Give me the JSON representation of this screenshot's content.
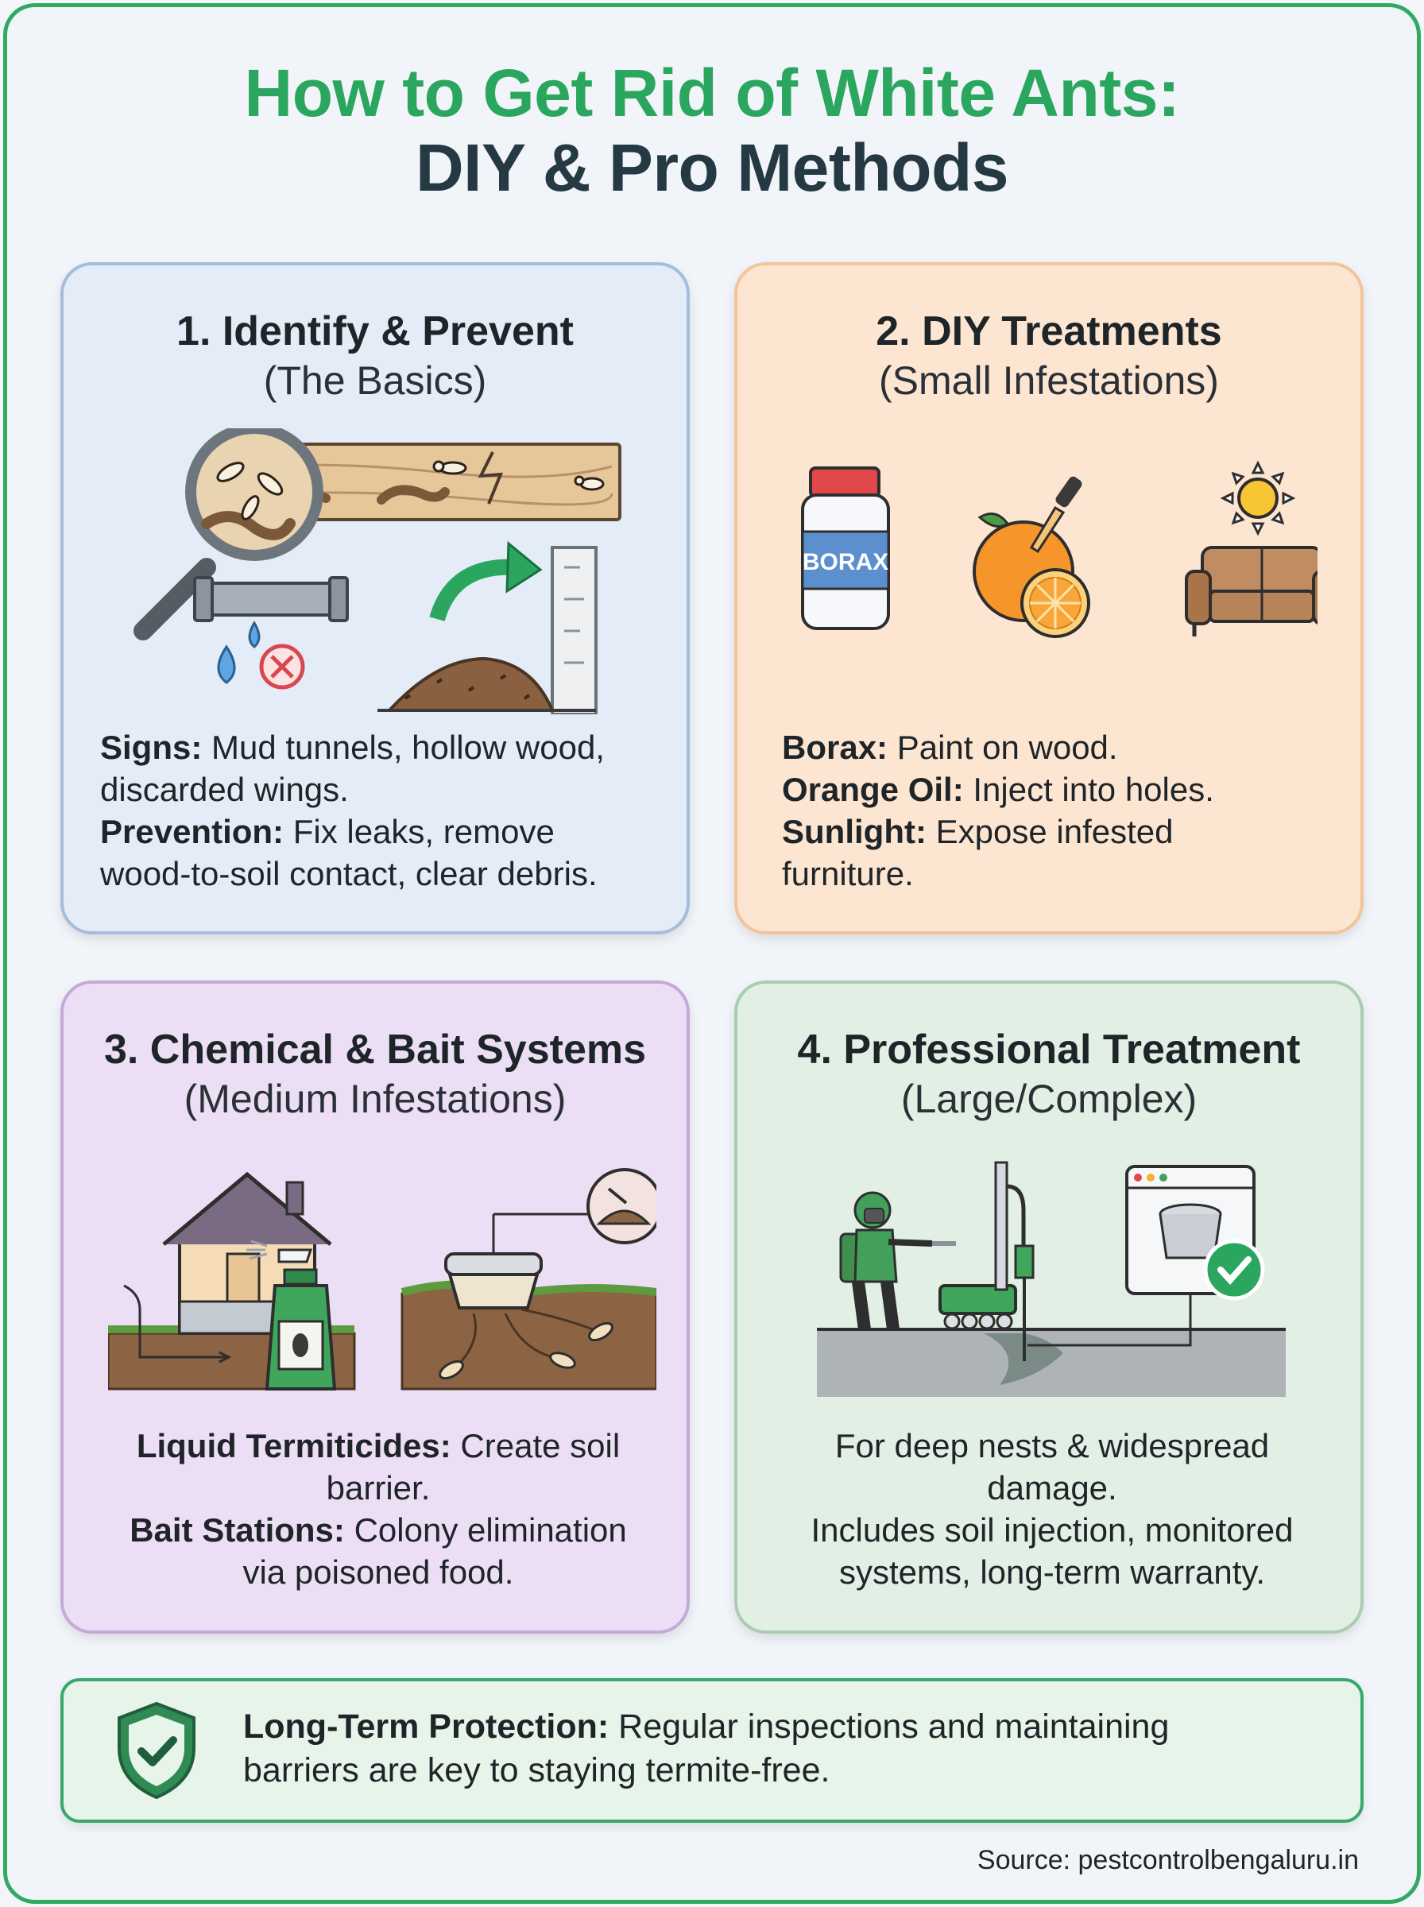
{
  "title": {
    "line1": "How to Get Rid of White Ants:",
    "line2": "DIY & Pro Methods"
  },
  "cards": [
    {
      "title": "1. Identify & Prevent",
      "subtitle": "(The Basics)",
      "illustration": "magnifier-over-wood-with-termites, leaking-pipe, soil-removed-from-wall",
      "lines": [
        {
          "label": "Signs:",
          "text": " Mud tunnels, hollow wood,"
        },
        {
          "label": "",
          "text": "discarded wings."
        },
        {
          "label": "Prevention:",
          "text": " Fix leaks, remove"
        },
        {
          "label": "",
          "text": "wood-to-soil contact, clear debris."
        }
      ]
    },
    {
      "title": "2. DIY Treatments",
      "subtitle": "(Small Infestations)",
      "illustration": "borax-bottle, orange-with-dropper, sofa-under-sun",
      "bottle_label": "BORAX",
      "lines": [
        {
          "label": "Borax:",
          "text": " Paint on wood."
        },
        {
          "label": "Orange Oil:",
          "text": " Inject into holes."
        },
        {
          "label": "Sunlight:",
          "text": " Expose infested"
        },
        {
          "label": "",
          "text": "furniture."
        }
      ]
    },
    {
      "title": "3. Chemical & Bait Systems",
      "subtitle": "(Medium Infestations)",
      "illustration": "house-soil-barrier-spray, underground-bait-station",
      "lines": [
        {
          "label": "Liquid Termiticides:",
          "text": " Create soil"
        },
        {
          "label": "",
          "text": "barrier."
        },
        {
          "label": "Bait Stations:",
          "text": " Colony elimination"
        },
        {
          "label": "",
          "text": "via poisoned food."
        }
      ]
    },
    {
      "title": "4. Professional Treatment",
      "subtitle": "(Large/Complex)",
      "illustration": "technician-spraying, soil-injection-rig, monitored-system-check",
      "lines": [
        {
          "label": "",
          "text": "For deep nests & widespread"
        },
        {
          "label": "",
          "text": "damage."
        },
        {
          "label": "",
          "text": "Includes soil injection, monitored"
        },
        {
          "label": "",
          "text": "systems, long-term warranty."
        }
      ]
    }
  ],
  "footer": {
    "icon": "shield-check-icon",
    "label": "Long-Term Protection:",
    "text_line1": " Regular inspections and maintaining",
    "text_line2": "barriers are key to staying termite-free."
  },
  "source": "Source: pestcontrolbengaluru.in",
  "colors": {
    "title_green": "#2aa65f",
    "title_dark": "#243942",
    "frame_green": "#2eaa63",
    "card1_bg": "#e4ecf7",
    "card2_bg": "#fde6d1",
    "card3_bg": "#ecdef4",
    "card4_bg": "#e1efe4"
  }
}
